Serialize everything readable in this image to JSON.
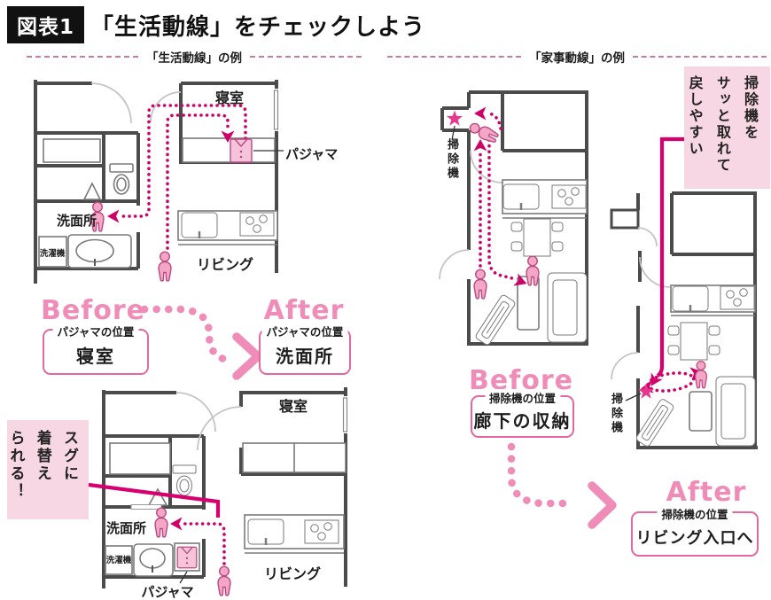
{
  "header": {
    "badge": "図表1",
    "title": "「生活動線」をチェックしよう"
  },
  "sections": {
    "life": "「生活動線」の例",
    "chore": "「家事動線」の例"
  },
  "life_before_plan": {
    "bedroom": "寝室",
    "pajama": "パジャマ",
    "washroom": "洗面所",
    "washer": "洗濯機",
    "living": "リビング"
  },
  "life_after_plan": {
    "bedroom": "寝室",
    "washroom": "洗面所",
    "washer": "洗濯機",
    "pajama": "パジャマ",
    "living": "リビング",
    "callout": "スグに\n着替え\nられる！"
  },
  "chore_before_plan": {
    "vacuum": "掃除機"
  },
  "chore_after_plan": {
    "vacuum": "掃除機",
    "callout": "掃除機を\nサッと取れて\n戻しやすい"
  },
  "life_compare": {
    "before": "Before",
    "after": "After",
    "before_label": "パジャマの位置",
    "before_value": "寝室",
    "after_label": "パジャマの位置",
    "after_value": "洗面所"
  },
  "chore_compare": {
    "before": "Before",
    "after": "After",
    "before_label": "掃除機の位置",
    "before_value": "廊下の収納",
    "after_label": "掃除機の位置",
    "after_value": "リビング入口へ"
  },
  "colors": {
    "route": "#cf0066",
    "accent_pink": "#f08cb8",
    "solid_line": "#d6006f",
    "callout_bg": "#f8d7e4",
    "wall": "#4b4b4b",
    "star": "#e8388e",
    "person": "#f3a6c5",
    "box_border": "#e5679f"
  }
}
